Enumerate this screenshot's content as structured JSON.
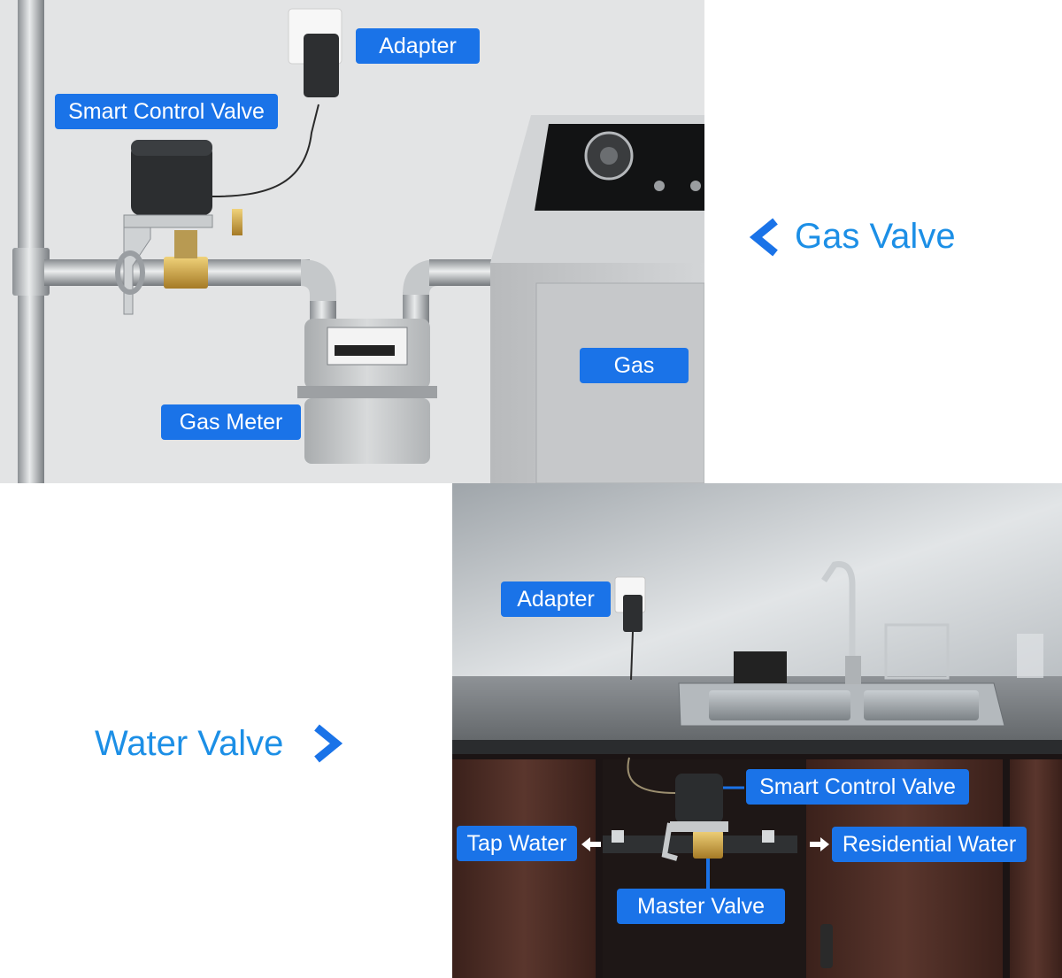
{
  "gas_section": {
    "heading": "Gas Valve",
    "labels": {
      "adapter": "Adapter",
      "smart_control_valve": "Smart Control Valve",
      "gas_meter": "Gas Meter",
      "gas": "Gas"
    }
  },
  "water_section": {
    "heading": "Water Valve",
    "labels": {
      "adapter": "Adapter",
      "smart_control_valve": "Smart Control Valve",
      "tap_water": "Tap Water",
      "residential_water": "Residential Water",
      "master_valve": "Master Valve"
    }
  },
  "colors": {
    "label_background": "#1a73e8",
    "heading_text": "#1c8fe6",
    "label_text": "#ffffff"
  },
  "icons": [
    "chevron-left-icon",
    "chevron-right-icon",
    "arrow-left-icon",
    "arrow-right-icon"
  ]
}
